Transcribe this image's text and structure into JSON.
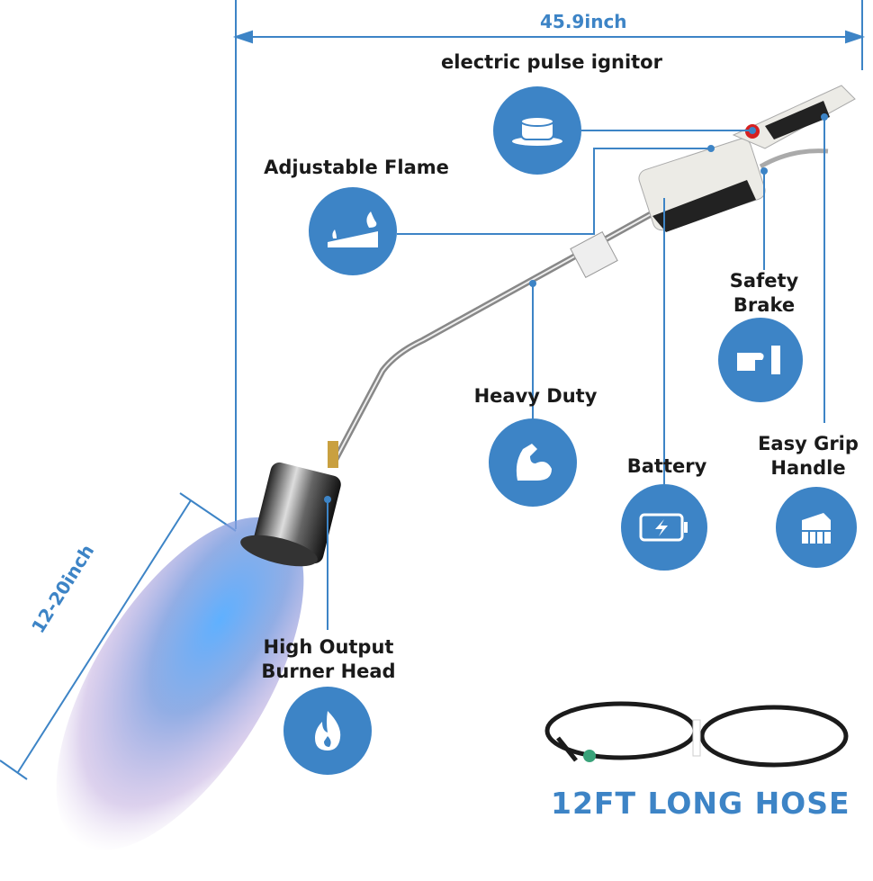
{
  "dimensions": {
    "length": "45.9inch",
    "flame_length": "12-20inch"
  },
  "features": {
    "ignitor": {
      "label": "electric pulse ignitor",
      "icon": "push-button-icon"
    },
    "flame": {
      "label": "Adjustable Flame",
      "icon": "adjustable-flame-icon"
    },
    "brake": {
      "label_line1": "Safety",
      "label_line2": "Brake",
      "icon": "hand-press-icon"
    },
    "duty": {
      "label": "Heavy Duty",
      "icon": "flexed-arm-icon"
    },
    "battery": {
      "label": "Battery",
      "icon": "battery-icon"
    },
    "grip": {
      "label_line1": "Easy Grip",
      "label_line2": "Handle",
      "icon": "fist-grip-icon"
    },
    "burner": {
      "label_line1": "High Output",
      "label_line2": "Burner Head",
      "icon": "fire-icon"
    }
  },
  "hose": {
    "label": "12FT LONG HOSE"
  },
  "colors": {
    "accent": "#3d84c6",
    "text": "#1a1a1a"
  }
}
